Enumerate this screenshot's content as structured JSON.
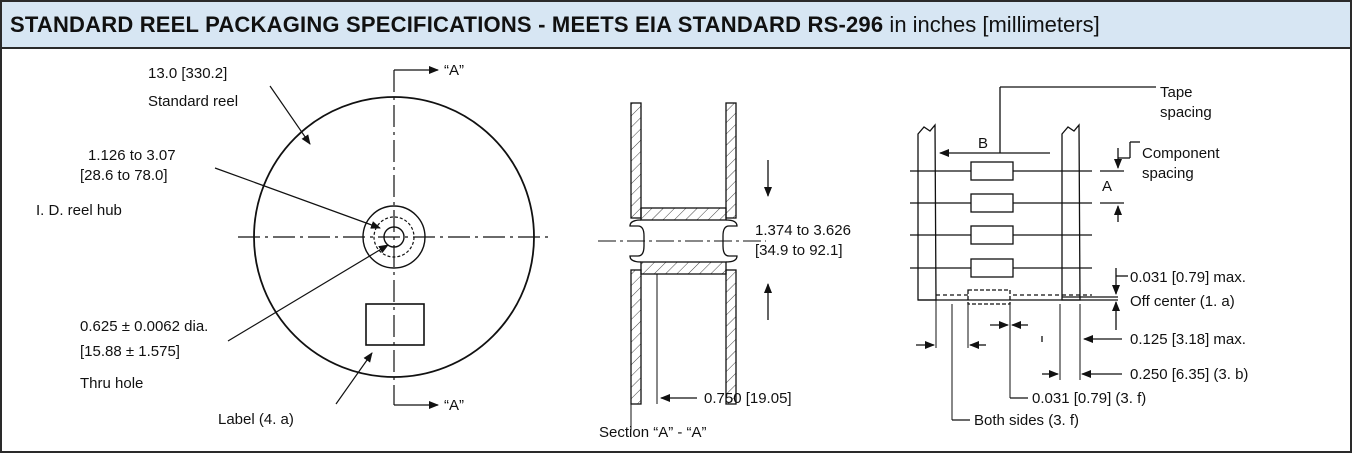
{
  "header": {
    "title_bold": "STANDARD REEL PACKAGING SPECIFICATIONS - MEETS EIA STANDARD RS-296",
    "title_suffix": " in inches [millimeters]"
  },
  "reel_view": {
    "section_marker_top": "“A”",
    "section_marker_bottom": "“A”",
    "reel_size": "13.0 [330.2]",
    "reel_name": "Standard reel",
    "hub_range": "1.126 to 3.07",
    "hub_range_mm": "[28.6 to 78.0]",
    "hub_name": "I. D. reel hub",
    "hole_dia": "0.625 ± 0.0062 dia.",
    "hole_dia_mm": "[15.88 ± 1.575]",
    "hole_name": "Thru hole",
    "label_note": "Label (4. a)"
  },
  "section_view": {
    "width_range": "1.374 to 3.626",
    "width_range_mm": "[34.9 to 92.1]",
    "flange_dim": "0.750 [19.05]",
    "caption": "Section “A” - “A”"
  },
  "tape_view": {
    "tape_spacing_line1": "Tape",
    "tape_spacing_line2": "spacing",
    "label_b": "B",
    "label_a": "A",
    "component_spacing_line1": "Component",
    "component_spacing_line2": "spacing",
    "off_center_max": "0.031 [0.79] max.",
    "off_center_note": "Off center (1. a)",
    "max_125": "0.125 [3.18] max.",
    "dim_250": "0.250 [6.35] (3. b)",
    "dim_031": "0.031 [0.79] (3. f)",
    "both_sides": "Both sides (3. f)"
  }
}
